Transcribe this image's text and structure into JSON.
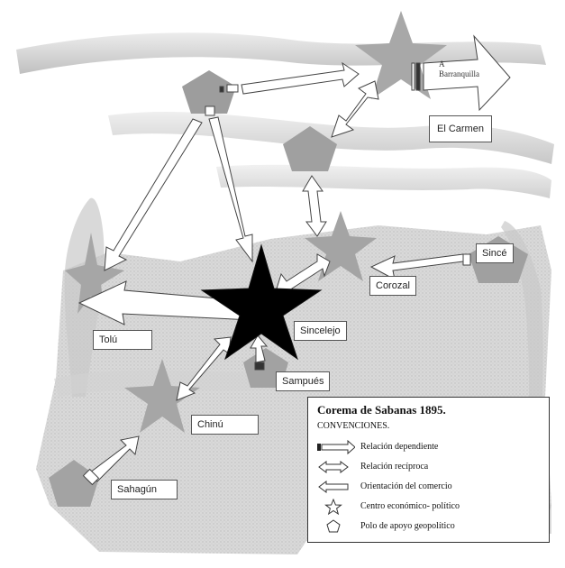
{
  "map": {
    "places": {
      "barranquilla": {
        "prefix": "A",
        "name": "Barranquilla"
      },
      "el_carmen": "El Carmen",
      "sincelejo": "Sincelejo",
      "corozal": "Corozal",
      "since": "Sincé",
      "tolu": "Tolú",
      "sampues": "Sampués",
      "chinu": "Chinú",
      "sahagun": "Sahagún"
    }
  },
  "legend": {
    "title": "Corema de Sabanas 1895.",
    "subtitle": "CONVENCIONES.",
    "items": [
      {
        "symbol": "dependent-arrow",
        "label": "Relación dependiente"
      },
      {
        "symbol": "double-arrow",
        "label": "Relación recíproca"
      },
      {
        "symbol": "trade-arrow",
        "label": "Orientación del comercio"
      },
      {
        "symbol": "star",
        "label": "Centro económico- político"
      },
      {
        "symbol": "pentagon",
        "label": "Polo de apoyo geopolítico"
      }
    ]
  },
  "colors": {
    "background": "#ffffff",
    "relief": "#cfcfcf",
    "relief_dark": "#b5b5b5",
    "star_main": "#000000",
    "node": "#a3a3a3",
    "node_light": "#c2c2c2",
    "arrow_fill": "#ffffff",
    "arrow_stroke": "#444444"
  }
}
